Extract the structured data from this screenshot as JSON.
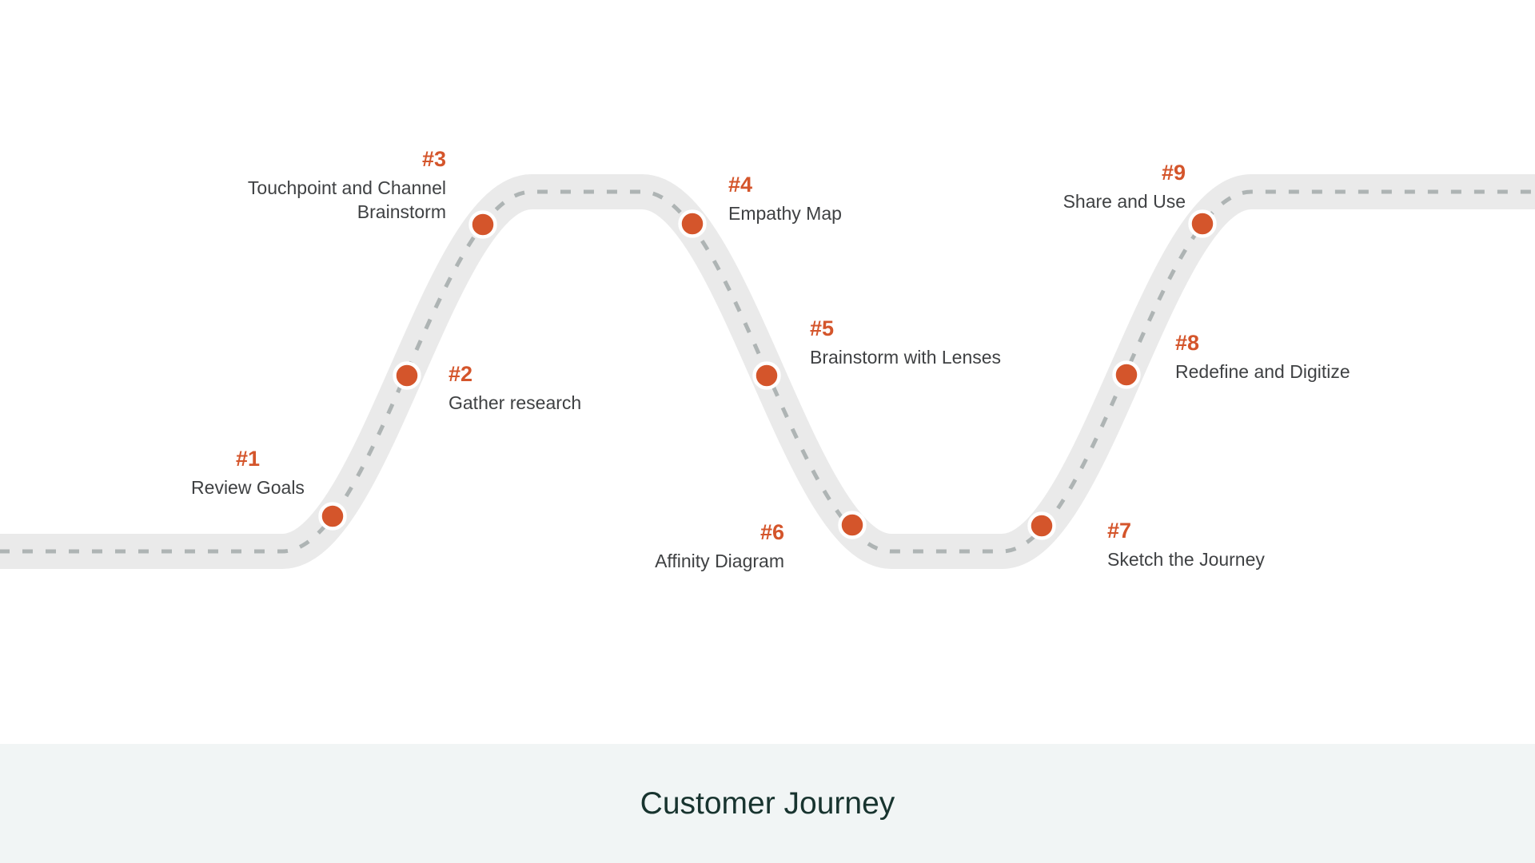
{
  "page": {
    "title": "Customer Journey"
  },
  "journey": {
    "steps": [
      {
        "num": "#1",
        "lines": [
          "Review Goals"
        ]
      },
      {
        "num": "#2",
        "lines": [
          "Gather research"
        ]
      },
      {
        "num": "#3",
        "lines": [
          "Touchpoint and Channel",
          "Brainstorm"
        ]
      },
      {
        "num": "#4",
        "lines": [
          "Empathy Map"
        ]
      },
      {
        "num": "#5",
        "lines": [
          "Brainstorm with Lenses"
        ]
      },
      {
        "num": "#6",
        "lines": [
          "Affinity Diagram"
        ]
      },
      {
        "num": "#7",
        "lines": [
          "Sketch the Journey"
        ]
      },
      {
        "num": "#8",
        "lines": [
          "Redefine and Digitize"
        ]
      },
      {
        "num": "#9",
        "lines": [
          "Share and Use"
        ]
      }
    ]
  },
  "colors": {
    "road": "#eaeaea",
    "dash": "#aeb4b4",
    "dot": "#d4552b",
    "dot_ring": "#ffffff",
    "number": "#d4552b",
    "label_text": "#3f4143",
    "title_text": "#18342f",
    "band_bg": "#f1f5f5",
    "page_bg": "#ffffff"
  }
}
